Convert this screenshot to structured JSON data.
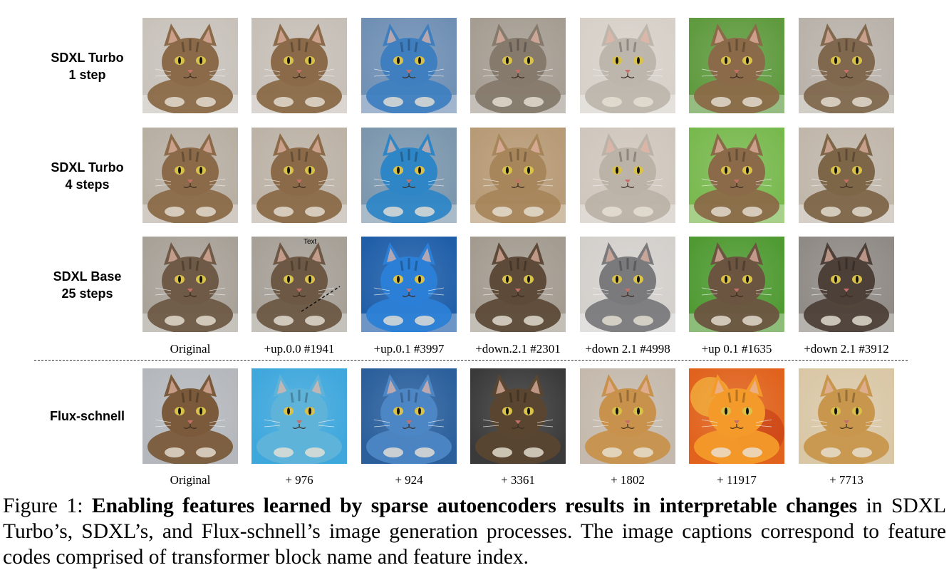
{
  "rows": [
    {
      "label_line1": "SDXL Turbo",
      "label_line2": "1 step"
    },
    {
      "label_line1": "SDXL Turbo",
      "label_line2": "4 steps"
    },
    {
      "label_line1": "SDXL Base",
      "label_line2": "25 steps"
    },
    {
      "label_line1": "Flux-schnell",
      "label_line2": ""
    }
  ],
  "sdxl_captions": [
    "Original",
    "+up.0.0 #1941",
    "+up.0.1 #3997",
    "+down.2.1 #2301",
    "+down 2.1 #4998",
    "+up 0.1 #1635",
    "+down 2.1 #3912"
  ],
  "flux_captions": [
    "Original",
    "+ 976",
    "+ 924",
    "+ 3361",
    "+ 1802",
    "+ 11917",
    "+ 7713"
  ],
  "image_text": "Text",
  "figure_caption": {
    "label": "Figure 1:",
    "bold": "Enabling features learned by sparse autoencoders results in interpretable changes",
    "rest": "in SDXL Turbo’s, SDXL’s, and Flux-schnell’s image generation processes. The image captions correspond to feature codes comprised of transformer block name and feature index."
  },
  "palette": {
    "tabby": "#8a6a48",
    "blue": "#3f7fc0",
    "green": "#5f9a3e",
    "fire": "#e0621c",
    "sand": "#d9c7a6",
    "grey": "#9c948c"
  }
}
